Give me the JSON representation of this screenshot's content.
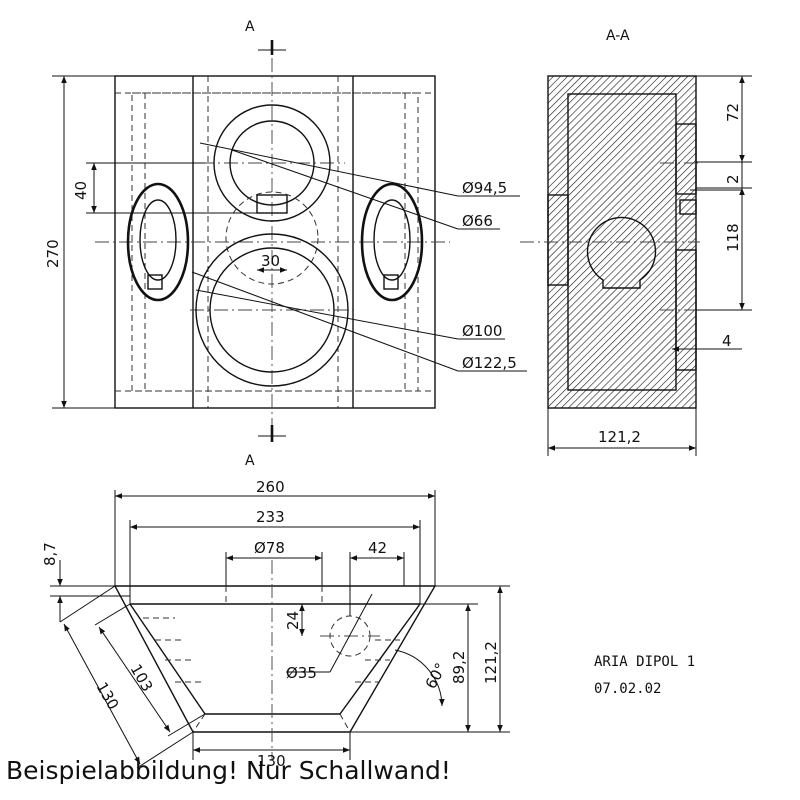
{
  "section": {
    "marker_top": "A",
    "marker_bottom": "A",
    "title": "A-A"
  },
  "front_view": {
    "dims": {
      "height": "270",
      "offset": "40",
      "slot_width": "30",
      "d1": "Ø94,5",
      "d2": "Ø66",
      "d3": "Ø100",
      "d4": "Ø122,5"
    }
  },
  "side_view": {
    "dims": {
      "top": "72",
      "gap": "2",
      "mid": "118",
      "small": "4",
      "width": "121,2"
    }
  },
  "top_view": {
    "dims": {
      "outer": "260",
      "inner": "233",
      "thickness": "8,7",
      "hole": "Ø78",
      "hole_offset": "42",
      "depth": "24",
      "small_hole": "Ø35",
      "slant_outer": "130",
      "slant_inner": "103",
      "bottom": "130",
      "angle": "60°",
      "height_inner": "89,2",
      "height_outer": "121,2"
    }
  },
  "title_block": {
    "name": "ARIA DIPOL 1",
    "date": "07.02.02"
  },
  "caption": "Beispielabbildung! Nur Schallwand!"
}
